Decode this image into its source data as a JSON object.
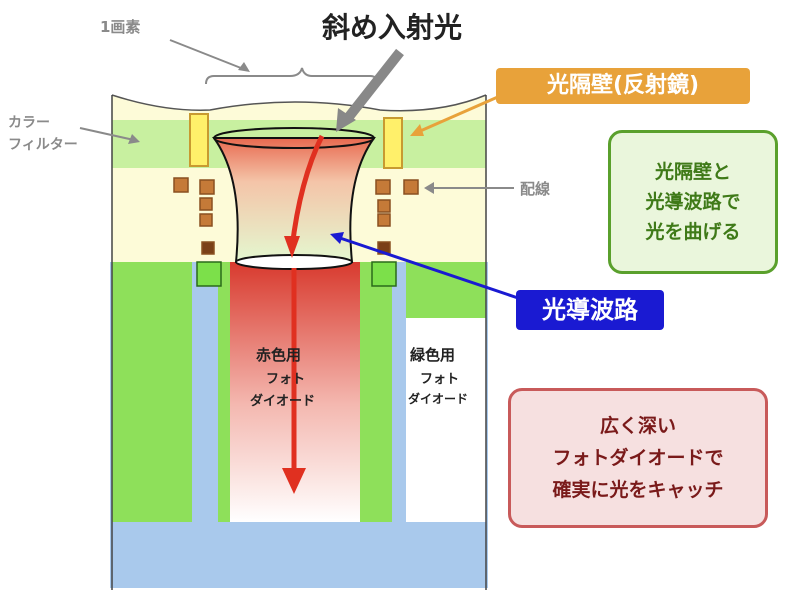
{
  "title": "斜め入射光",
  "labels": {
    "pixel": "1画素",
    "color_filter_1": "カラー",
    "color_filter_2": "フィルター",
    "wiring": "配線",
    "red_pd_1": "赤色用",
    "red_pd_2": "フォト",
    "red_pd_3": "ダイオード",
    "green_pd_1": "緑色用",
    "green_pd_2": "フォト",
    "green_pd_3": "ダイオード"
  },
  "callouts": {
    "light_barrier": "光隔壁(反射鏡)",
    "waveguide": "光導波路"
  },
  "boxes": {
    "bend": [
      "光隔壁と",
      "光導波路で",
      "光を曲げる"
    ],
    "catch": [
      "広く深い",
      "フォトダイオードで",
      "確実に光をキャッチ"
    ]
  },
  "colors": {
    "cf_green": "#c8f0a0",
    "interlayer": "#fdfbd8",
    "silicon_green": "#8ee05a",
    "pd_blue": "#a9c9ec",
    "red": "#e03020",
    "orange": "#e8a23a",
    "blue_callout": "#1a1ad2",
    "green_box": "#5aa02c",
    "red_box": "#c85a5a"
  }
}
